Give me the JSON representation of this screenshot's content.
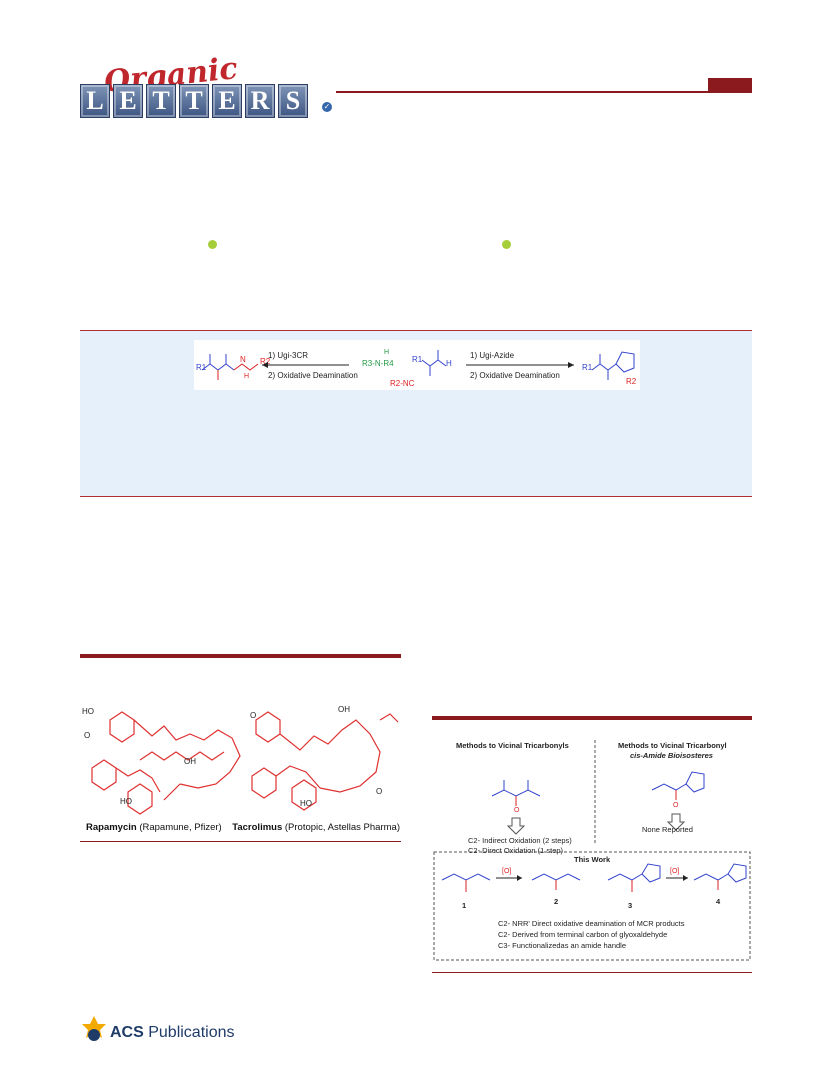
{
  "journal": {
    "name_script": "Organic",
    "name_letters": [
      "L",
      "E",
      "T",
      "T",
      "E",
      "R",
      "S"
    ]
  },
  "toc": {
    "left_step1": "1) Ugi-3CR",
    "left_step2": "2) Oxidative Deamination",
    "right_step1": "1) Ugi-Azide",
    "right_step2": "2) Oxidative Deamination",
    "amine": "R3-N-R4",
    "isocyanide": "R2-NC"
  },
  "figure1": {
    "caption_left": "Rapamycin",
    "caption_left_detail": " (Rapamune, Pfizer)",
    "caption_right": "Tacrolimus",
    "caption_right_detail": " (Protopic, Astellas Pharma)"
  },
  "scheme1": {
    "left_title": "Methods to Vicinal Tricarbonyls",
    "right_title_1": "Methods to Vicinal Tricarbonyl",
    "right_title_2": "cis-Amide Bioisosteres",
    "left_note_1": "C2- Indirect Oxidation (2 steps)",
    "left_note_2": "C2- Direct Oxidation (1 step)",
    "right_note": "None Reported",
    "this_work": "This Work",
    "oxidation_label": "[O]",
    "compounds": [
      "1",
      "2",
      "3",
      "4"
    ],
    "notes": [
      "C2- NRR' Direct oxidative deamination of MCR products",
      "C2- Derived from terminal carbon of glyoxaldehyde",
      "C3- Functionalizedas an amide handle"
    ]
  },
  "footer": {
    "publisher_bold": "ACS",
    "publisher": " Publications"
  }
}
